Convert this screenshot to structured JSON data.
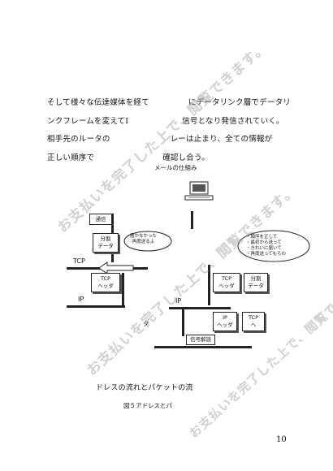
{
  "body_text": {
    "line1_a": "そして様々な伝達媒体を経て",
    "line1_b": "にデータリンク層でデータリ",
    "line2_a": "ンクフレームを変えてI",
    "line2_b": "信号となり発信されていく。",
    "line3_a": "相手先のルータの",
    "line3_b": "レーは止まり、全ての情報が",
    "line4_a": "正しい順序で",
    "line4_b": "確認し合う。"
  },
  "figure": {
    "heading": "メールの仕組み",
    "left_top_box": "通信",
    "split_data": "分割\nデータ",
    "cloud_left": "届かなかった\n再度送るよ",
    "tcp": "TCP",
    "tcp_header": "TCP\nヘッダ",
    "ip": "IP",
    "right_cloud": "・順序を正して\n・最初から送って\n・きれいに届いて\n・再度送ってもらわ",
    "right_tcp_header": "TCP\nヘッダ",
    "right_split_data": "分割\nデータ",
    "right_ip_header": "IP\nヘッダ",
    "right_tcp_box": "TCP\nヘ",
    "left_lower_text": "タ",
    "signal_decode": "信号解読",
    "caption_line": "ドレスの流れとパケットの流",
    "caption": "図５アドレスとパ"
  },
  "watermark": "お支払いを完了した上で、閲覧できます。",
  "page_number": "10"
}
